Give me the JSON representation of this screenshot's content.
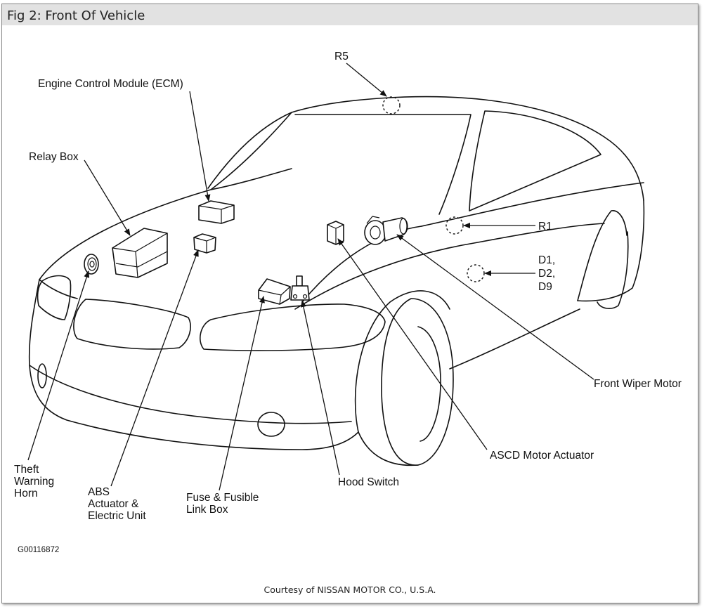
{
  "figure": {
    "title": "Fig 2: Front Of Vehicle",
    "code": "G00116872",
    "courtesy": "Courtesy of NISSAN MOTOR CO., U.S.A."
  },
  "labels": {
    "r5": "R5",
    "ecm": "Engine Control Module (ECM)",
    "relay_box": "Relay Box",
    "r1": "R1",
    "d_line1": "D1,",
    "d_line2": "D2,",
    "d_line3": "D9",
    "front_wiper_motor": "Front Wiper Motor",
    "ascd_motor_actuator": "ASCD Motor Actuator",
    "hood_switch": "Hood Switch",
    "fuse_line1": "Fuse & Fusible",
    "fuse_line2": "Link Box",
    "abs_line1": "ABS",
    "abs_line2": "Actuator &",
    "abs_line3": "Electric Unit",
    "horn_line1": "Theft",
    "horn_line2": "Warning",
    "horn_line3": "Horn"
  }
}
